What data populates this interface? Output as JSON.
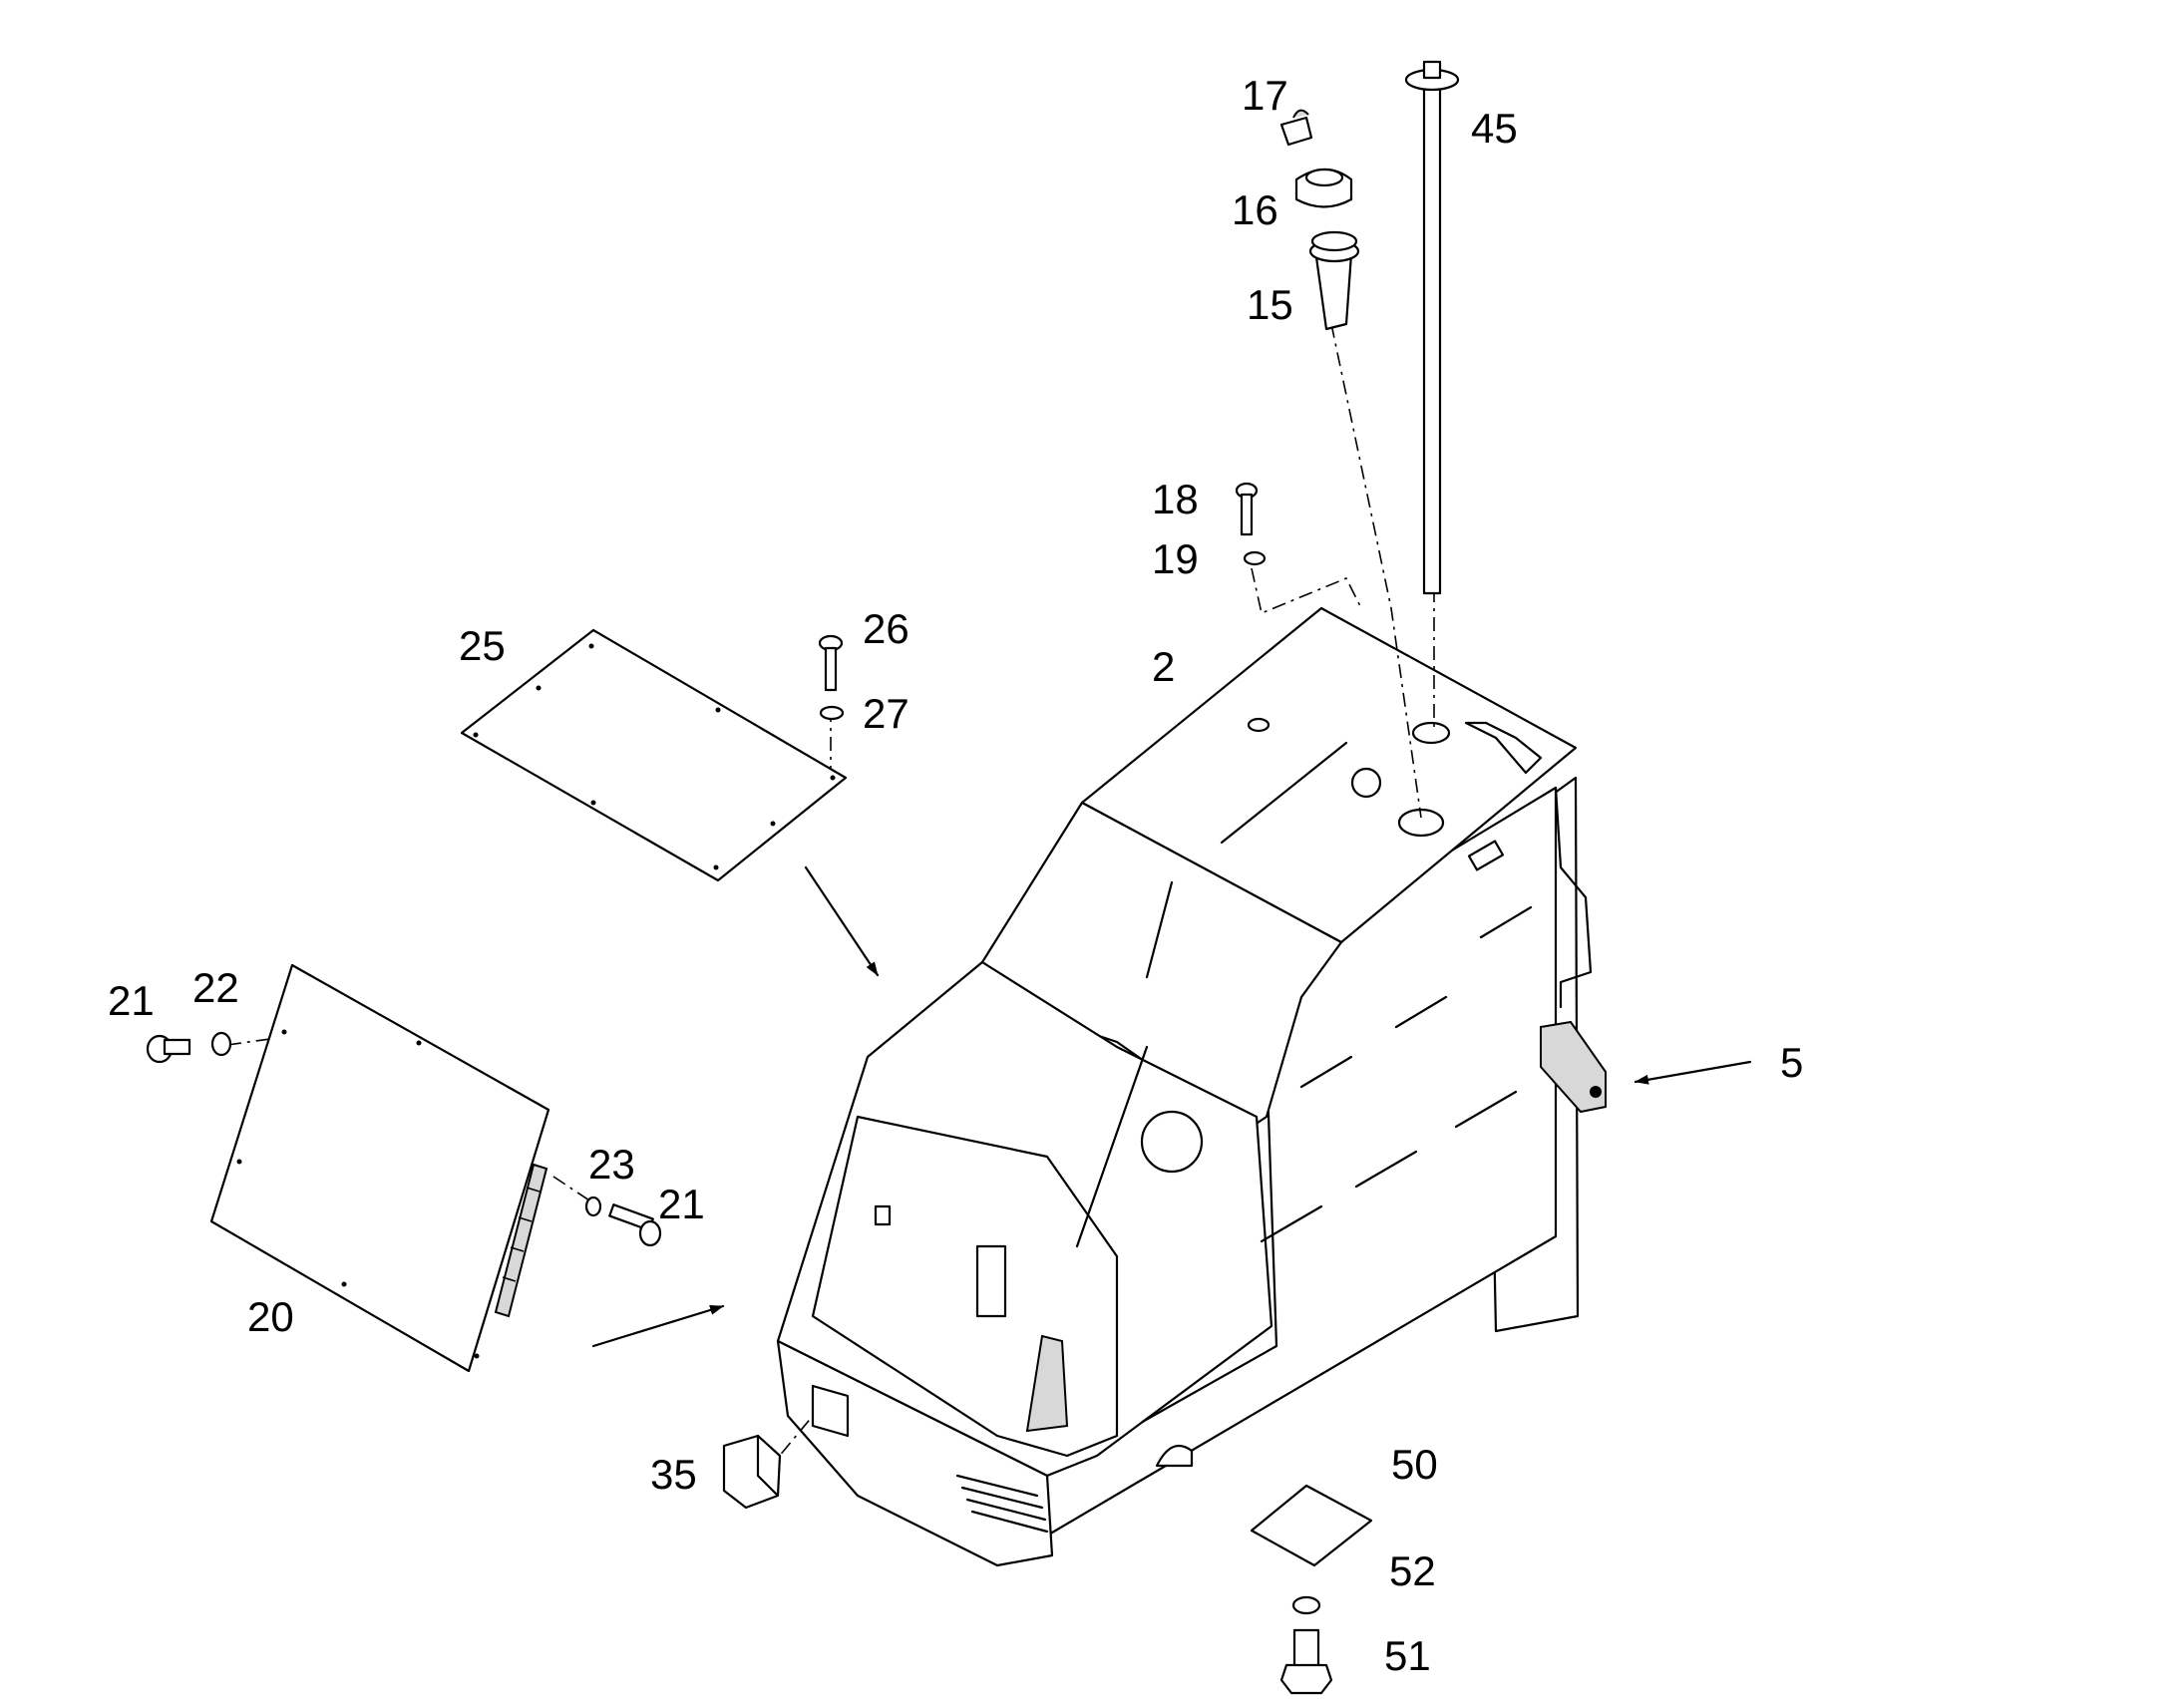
{
  "labels": {
    "p2": "2",
    "p5": "5",
    "p15": "15",
    "p16": "16",
    "p17": "17",
    "p18": "18",
    "p19": "19",
    "p20": "20",
    "p21a": "21",
    "p21b": "21",
    "p22": "22",
    "p23": "23",
    "p25": "25",
    "p26": "26",
    "p27": "27",
    "p35": "35",
    "p45": "45",
    "p50": "50",
    "p51": "51",
    "p52": "52"
  },
  "colors": {
    "ink": "#000000",
    "paper": "#ffffff",
    "shade": "#d8d8d8"
  }
}
